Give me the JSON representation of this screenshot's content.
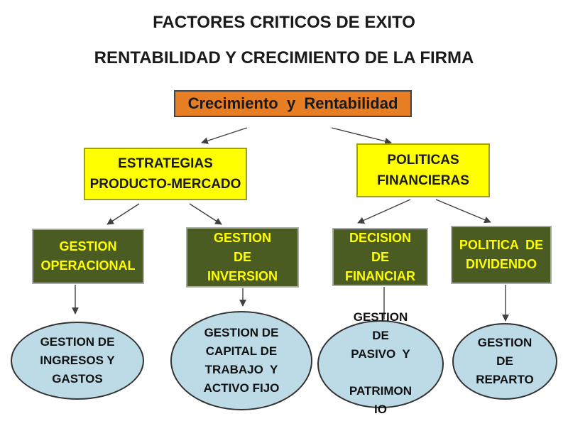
{
  "slide": {
    "title": "FACTORES CRITICOS DE EXITO",
    "subtitle": "RENTABILIDAD Y CRECIMIENTO DE LA FIRMA"
  },
  "nodes": {
    "root": {
      "label": "Crecimiento  y  Rentabilidad"
    },
    "estrategias": {
      "lines": [
        "ESTRATEGIAS",
        "PRODUCTO-MERCADO"
      ]
    },
    "politicas": {
      "lines": [
        "POLITICAS",
        "FINANCIERAS"
      ]
    },
    "gestion_operacional": {
      "lines": [
        "GESTION",
        "OPERACIONAL"
      ]
    },
    "gestion_inversion": {
      "lines": [
        "GESTION",
        "DE",
        "INVERSION"
      ]
    },
    "decision_financiar": {
      "lines": [
        "DECISION",
        "DE",
        "FINANCIAR"
      ]
    },
    "politica_dividendo": {
      "lines": [
        "POLITICA  DE",
        "DIVIDENDO"
      ]
    },
    "ingresos_gastos": {
      "lines": [
        "GESTION DE",
        "INGRESOS Y",
        "GASTOS"
      ]
    },
    "capital_trabajo": {
      "lines": [
        "GESTION DE",
        "CAPITAL DE",
        "TRABAJO  Y",
        "ACTIVO FIJO"
      ]
    },
    "pasivo_patrimonio": {
      "lines": [
        "GESTION",
        "DE",
        "PASIVO  Y",
        "",
        "PATRIMON",
        "IO"
      ]
    },
    "reparto": {
      "lines": [
        "GESTION",
        "DE",
        "REPARTO"
      ]
    }
  },
  "colors": {
    "orange_fill": "#E87E24",
    "yellow_fill": "#FFFF00",
    "green_fill": "#4B5C23",
    "green_text": "#FFFF00",
    "blue_fill": "#BDDBE7",
    "arrow": "#404040"
  }
}
